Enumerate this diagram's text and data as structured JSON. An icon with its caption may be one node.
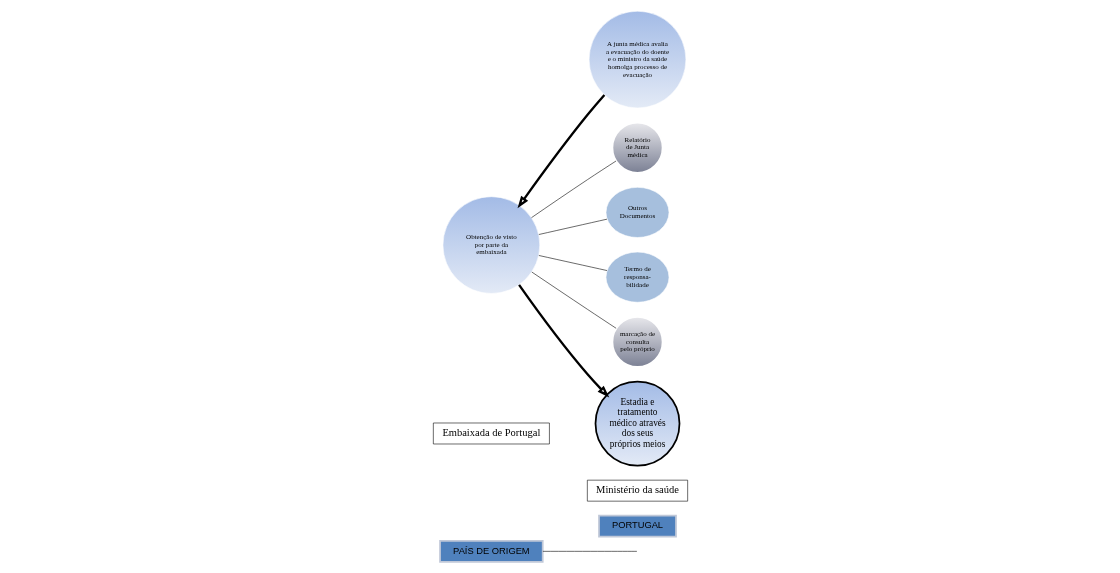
{
  "diagram": {
    "nodes": [
      {
        "text": [
          "PAÍS DE ORIGEM"
        ]
      },
      {
        "text": [
          "PORTUGAL"
        ]
      },
      {
        "text": [
          "Ministério da saúde"
        ]
      },
      {
        "text": [
          "Embaixada de Portugal"
        ]
      },
      {
        "text": [
          "A junta médica avalia a evacuação do doente e o ministro da saúde homolga processo de evacuação"
        ]
      },
      {
        "text": [
          "Relatório de Junta médica"
        ]
      },
      {
        "text": [
          "Obtenção de visto por parte da embaixada"
        ]
      },
      {
        "text": [
          "Outros Documentos"
        ]
      },
      {
        "text": [
          "Termo de responsa- bilidade"
        ]
      },
      {
        "text": [
          "marcação de consulta pelo próprio"
        ]
      },
      {
        "text": [
          "Estadia e tratamento médico através dos seus próprios meios"
        ]
      }
    ],
    "edges": [
      {
        "from": 0,
        "to": null,
        "arrow": "none"
      },
      {
        "from": 4,
        "to": 6,
        "arrow": "to",
        "style": "thick"
      },
      {
        "from": 6,
        "to": 10,
        "arrow": "to",
        "style": "thick"
      },
      {
        "from": 6,
        "to": 5,
        "arrow": "none"
      },
      {
        "from": 6,
        "to": 9,
        "arrow": "none"
      },
      {
        "from": 6,
        "to": 8,
        "arrow": "none"
      },
      {
        "from": 6,
        "to": 7,
        "arrow": "none"
      }
    ]
  }
}
